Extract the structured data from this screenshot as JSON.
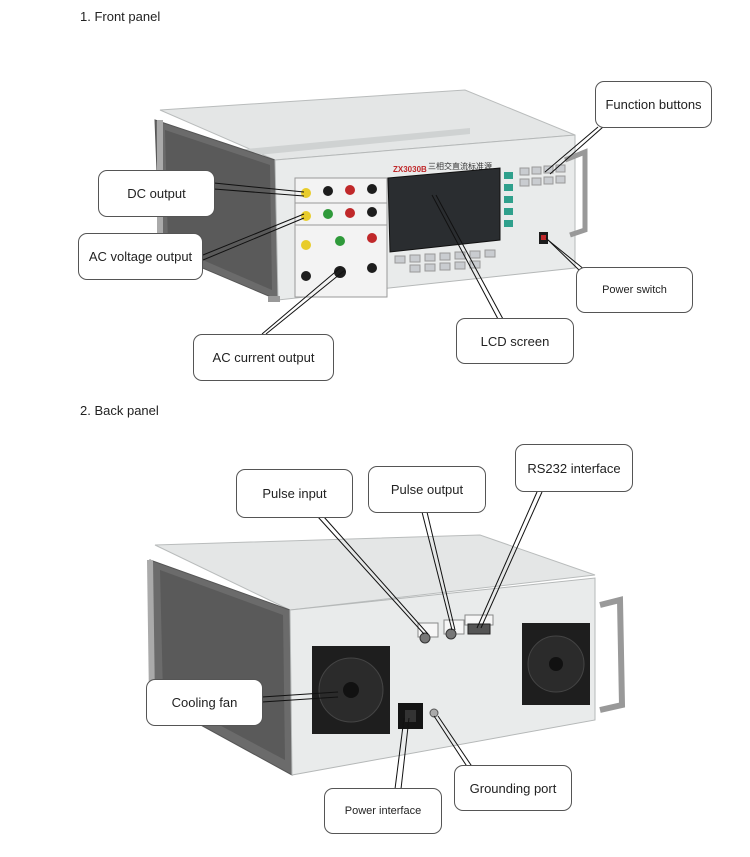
{
  "sections": {
    "front_title": "1.   Front panel",
    "back_title": "2.   Back panel"
  },
  "front_panel": {
    "model_label": "ZX3030B",
    "device_name": "三相交直流标准源",
    "labels": {
      "dc_output": "DC output",
      "ac_voltage_output": "AC voltage output",
      "ac_current_output": "AC current output",
      "lcd_screen": "LCD screen",
      "function_buttons": "Function buttons",
      "power_switch": "Power switch"
    }
  },
  "back_panel": {
    "labels": {
      "pulse_input": "Pulse input",
      "pulse_output": "Pulse output",
      "rs232_interface": "RS232 interface",
      "cooling_fan": "Cooling  fan",
      "power_interface": "Power interface",
      "grounding_port": "Grounding port"
    }
  },
  "colors": {
    "chassis": "#dcdedd",
    "panel": "#e8eaea",
    "lcd": "#2a2d30",
    "terminal_red": "#c0282a",
    "terminal_yellow": "#e8cc2a",
    "terminal_green": "#2f9a3a",
    "terminal_black": "#1d1d1d",
    "button_teal": "#2fa08c"
  }
}
